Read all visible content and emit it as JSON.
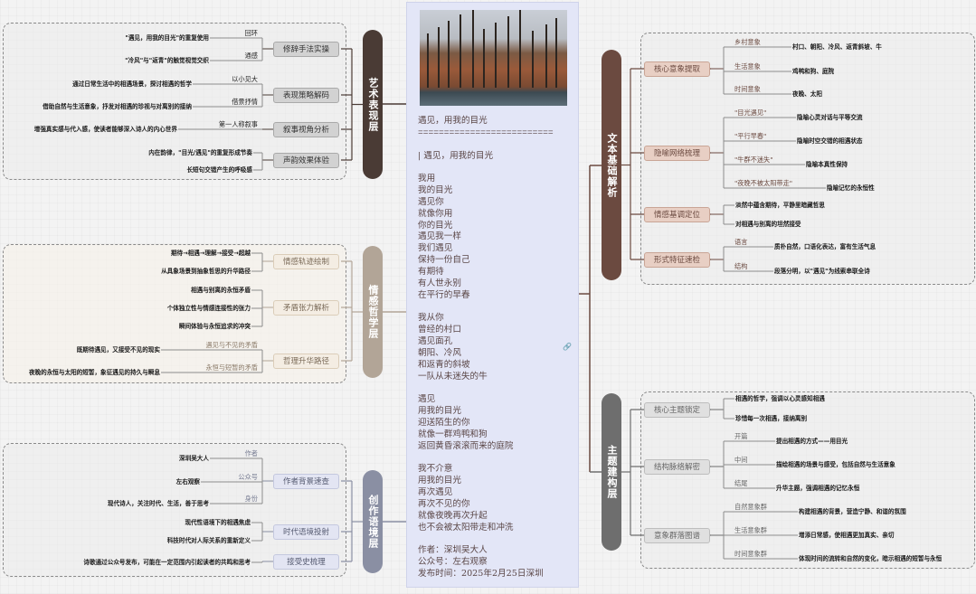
{
  "center": {
    "title": "遇见，用我的目光",
    "divider": "==========================",
    "quote_title": "| 遇见，用我的目光",
    "stanzas": [
      [
        "我用",
        "我的目光",
        "遇见你",
        "就像你用",
        "你的目光",
        "遇见我一样",
        "我们遇见",
        "保持一份自己",
        "有期待",
        "有人世永别",
        "在平行的早春"
      ],
      [
        "我从你",
        "曾经的村口",
        "遇见面孔",
        "朝阳、冷风",
        "和返青的斜坡",
        "一队从未迷失的牛"
      ],
      [
        "遇见",
        "用我的目光",
        "迎送陌生的你",
        "就像一群鸡鸭和狗",
        "返回黄昏滚滚而来的庭院"
      ],
      [
        "我不介意",
        "用我的目光",
        "再次遇见",
        "再次不见的你",
        "就像夜晚再次升起",
        "也不会被太阳带走和冲洗"
      ]
    ],
    "credits": [
      "作者：深圳吴大人",
      "公众号：左右观察",
      "发布时间：2025年2月25日深圳"
    ]
  },
  "branches": [
    {
      "title": "艺术表现层",
      "side": "left",
      "color": "#4a3b35",
      "box_bg": "#d2d2d2",
      "box_border": "#a9a9a9",
      "box_text": "#333333",
      "label_color": "#222222",
      "nodes": [
        {
          "title": "修辞手法实操",
          "children": [
            {
              "label": "回环",
              "text": "\"遇见，用我的目光\"的重复使用"
            },
            {
              "label": "通感",
              "text": "\"冷风\"与\"返青\"的触觉视觉交织"
            }
          ]
        },
        {
          "title": "表现策略解码",
          "children": [
            {
              "label": "以小见大",
              "text": "通过日常生活中的相遇场景，探讨相遇的哲学"
            },
            {
              "label": "借景抒情",
              "text": "借助自然与生活意象，抒发对相遇的珍视与对离别的接纳"
            }
          ]
        },
        {
          "title": "叙事视角分析",
          "children": [
            {
              "label": "第一人称叙事",
              "text": "增强真实感与代入感，使读者能够深入诗人的内心世界"
            }
          ]
        },
        {
          "title": "声韵效果体验",
          "children": [
            {
              "text": "内在韵律，\"目光/遇见\"的重复形成节奏"
            },
            {
              "text": "长短句交错产生的呼吸感"
            }
          ]
        }
      ]
    },
    {
      "title": "情感哲学层",
      "side": "left",
      "color": "#b2a597",
      "box_bg": "#f4ede3",
      "box_border": "#dbcdb9",
      "box_text": "#7a6a58",
      "label_color": "#8a7a68",
      "nodes": [
        {
          "title": "情感轨迹绘制",
          "children": [
            {
              "text": "期待→相遇→理解→接受→超越"
            },
            {
              "text": "从具象场景到抽象哲思的升华路径"
            }
          ]
        },
        {
          "title": "矛盾张力解析",
          "children": [
            {
              "text": "相遇与别离的永恒矛盾"
            },
            {
              "text": "个体独立性与情感连接性的张力"
            },
            {
              "text": "瞬间体验与永恒追求的冲突"
            }
          ]
        },
        {
          "title": "哲理升华路径",
          "children": [
            {
              "label": "遇见与不见的矛盾",
              "text": "既期待遇见，又接受不见的现实"
            },
            {
              "label": "永恒与短暂的矛盾",
              "text": "夜晚的永恒与太阳的短暂，象征遇见的持久与瞬息"
            }
          ]
        }
      ]
    },
    {
      "title": "创作语境层",
      "side": "left",
      "color": "#8a8fa3",
      "box_bg": "#e3e5f3",
      "box_border": "#c4c8de",
      "box_text": "#555a70",
      "label_color": "#777c92",
      "nodes": [
        {
          "title": "作者背景速查",
          "children": [
            {
              "label": "作者",
              "text": "深圳吴大人"
            },
            {
              "label": "公众号",
              "text": "左右观察"
            },
            {
              "label": "身份",
              "text": "现代诗人，关注时代、生活，善于思考"
            }
          ]
        },
        {
          "title": "时代语境投射",
          "children": [
            {
              "text": "现代性语境下的相遇焦虑"
            },
            {
              "text": "科技时代对人际关系的重新定义"
            }
          ]
        },
        {
          "title": "接受史梳理",
          "children": [
            {
              "text": "诗歌通过公众号发布，可能在一定范围内引起读者的共鸣和思考"
            }
          ]
        }
      ]
    },
    {
      "title": "文本基础解析",
      "side": "right",
      "color": "#6b4a40",
      "box_bg": "#e8cfc4",
      "box_border": "#c9a596",
      "box_text": "#6b4a40",
      "label_color": "#6b4a40",
      "nodes": [
        {
          "title": "核心意象提取",
          "children": [
            {
              "label": "乡村意象",
              "text": "村口、朝阳、冷风、返青斜坡、牛"
            },
            {
              "label": "生活意象",
              "text": "鸡鸭和狗、庭院"
            },
            {
              "label": "时间意象",
              "text": "夜晚、太阳"
            }
          ]
        },
        {
          "title": "隐喻网络梳理",
          "children": [
            {
              "label": "\"目光遇见\"",
              "text": "隐喻心灵对话与平等交流"
            },
            {
              "label": "\"平行早春\"",
              "text": "隐喻时空交错的相遇状态"
            },
            {
              "label": "\"牛群不迷失\"",
              "text": "隐喻本真性保持"
            },
            {
              "label": "\"夜晚不被太阳带走\"",
              "text": "隐喻记忆的永恒性"
            }
          ]
        },
        {
          "title": "情感基调定位",
          "children": [
            {
              "text": "淡然中蕴含期待，平静里暗藏哲思"
            },
            {
              "text": "对相遇与别离的坦然接受"
            }
          ]
        },
        {
          "title": "形式特征速检",
          "children": [
            {
              "label": "语言",
              "text": "质朴自然，口语化表达，富有生活气息"
            },
            {
              "label": "结构",
              "text": "段落分明，以\"遇见\"为线索串联全诗"
            }
          ]
        }
      ]
    },
    {
      "title": "主题建构层",
      "side": "right",
      "color": "#6e6e6e",
      "box_bg": "#e0e0e0",
      "box_border": "#bdbdbd",
      "box_text": "#666666",
      "label_color": "#666666",
      "nodes": [
        {
          "title": "核心主题锁定",
          "children": [
            {
              "text": "相遇的哲学，强调以心灵感知相遇"
            },
            {
              "text": "珍惜每一次相遇，接纳离别"
            }
          ]
        },
        {
          "title": "结构脉络解密",
          "children": [
            {
              "label": "开篇",
              "text": "提出相遇的方式——用目光"
            },
            {
              "label": "中间",
              "text": "描绘相遇的场景与感受，包括自然与生活意象"
            },
            {
              "label": "结尾",
              "text": "升华主题，强调相遇的记忆永恒"
            }
          ]
        },
        {
          "title": "意象群落图谱",
          "children": [
            {
              "label": "自然意象群",
              "text": "构建相遇的背景，营造宁静、和谐的氛围"
            },
            {
              "label": "生活意象群",
              "text": "增添日常感，使相遇更加真实、亲切"
            },
            {
              "label": "时间意象群",
              "text": "体现时间的流转和自然的变化，暗示相遇的短暂与永恒"
            }
          ]
        }
      ]
    }
  ]
}
